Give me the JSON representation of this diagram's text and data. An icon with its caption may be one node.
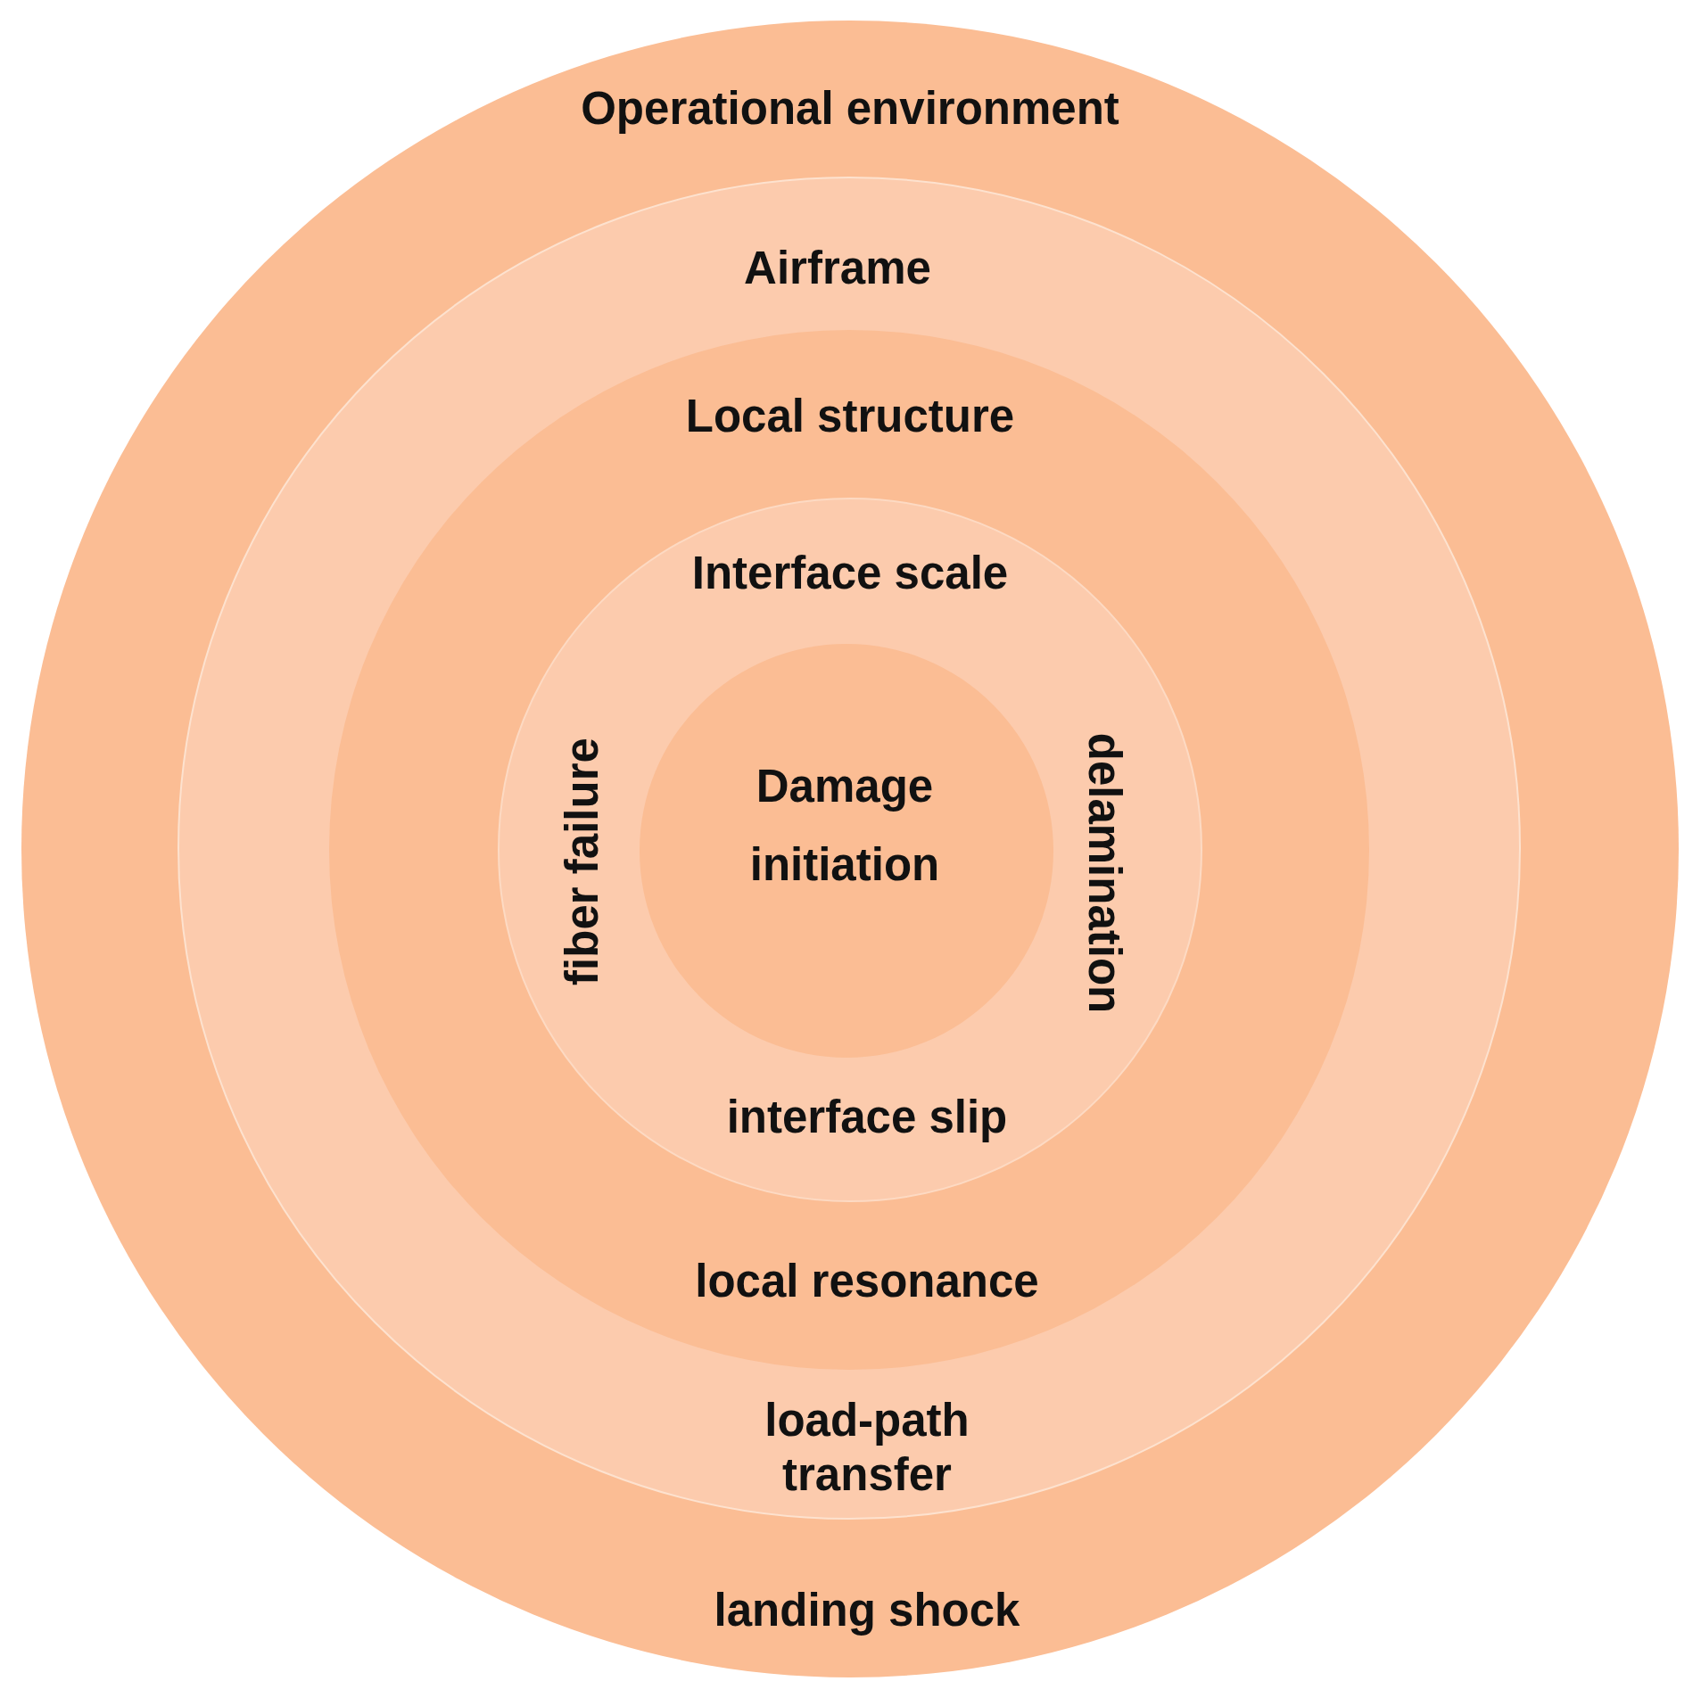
{
  "diagram": {
    "nodes": [
      {
        "text": [
          "Operational environment",
          "landing shock"
        ]
      },
      {
        "text": [
          "Airframe",
          "load-path transfer"
        ],
        "in": 0
      },
      {
        "text": [
          "Local structure",
          "local resonance"
        ],
        "in": 1
      },
      {
        "text": [
          "Interface scale",
          "fiber failure",
          "delamination",
          "interface slip"
        ],
        "in": 2
      },
      {
        "text": [
          "Damage initiation"
        ],
        "in": 3
      }
    ]
  }
}
